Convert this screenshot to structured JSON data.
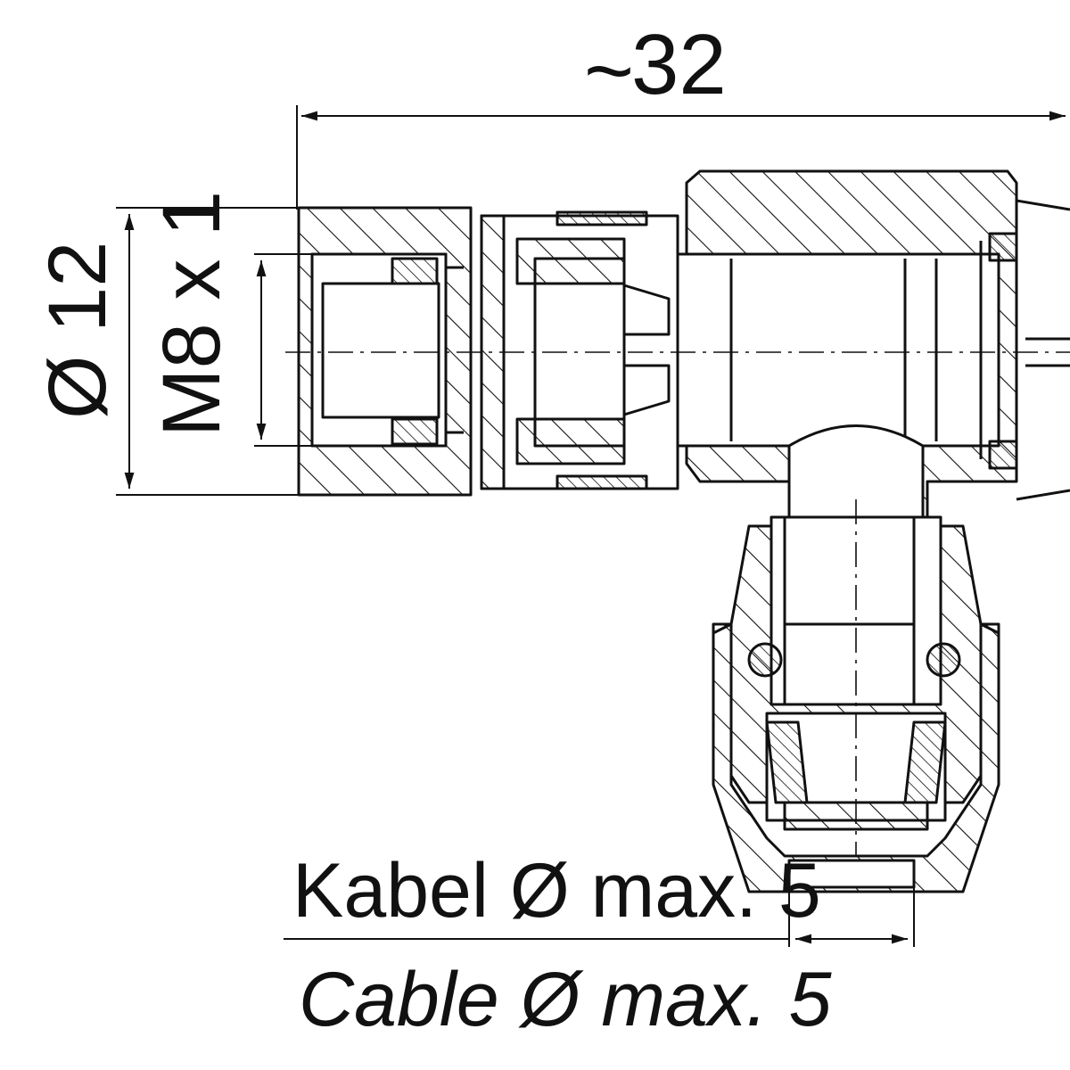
{
  "dimensions": {
    "overall_length_prefix": "~",
    "overall_length": "32",
    "outer_diameter": "Ø 12",
    "thread": "M8 x 1"
  },
  "labels": {
    "cable_de": "Kabel Ø max. 5",
    "cable_en": "Cable Ø max. 5"
  },
  "colors": {
    "line": "#111111",
    "background": "#ffffff"
  }
}
